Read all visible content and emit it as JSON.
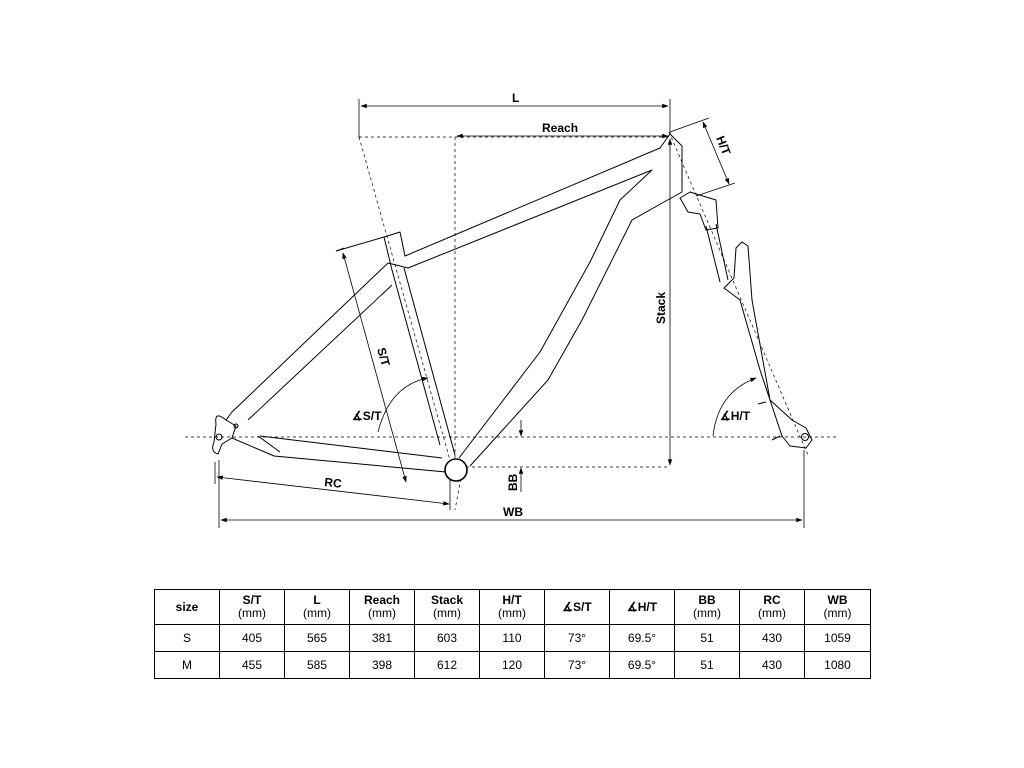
{
  "diagram": {
    "labels": {
      "l": "L",
      "reach": "Reach",
      "ht": "H/T",
      "stack": "Stack",
      "st": "S/T",
      "st_angle": "∡S/T",
      "ht_angle": "∡H/T",
      "rc": "RC",
      "bb": "BB",
      "wb": "WB"
    }
  },
  "table": {
    "headers": [
      {
        "name": "size",
        "unit": ""
      },
      {
        "name": "S/T",
        "unit": "(mm)"
      },
      {
        "name": "L",
        "unit": "(mm)"
      },
      {
        "name": "Reach",
        "unit": "(mm)"
      },
      {
        "name": "Stack",
        "unit": "(mm)"
      },
      {
        "name": "H/T",
        "unit": "(mm)"
      },
      {
        "name": "∡S/T",
        "unit": ""
      },
      {
        "name": "∡H/T",
        "unit": ""
      },
      {
        "name": "BB",
        "unit": "(mm)"
      },
      {
        "name": "RC",
        "unit": "(mm)"
      },
      {
        "name": "WB",
        "unit": "(mm)"
      }
    ],
    "rows": [
      [
        "S",
        "405",
        "565",
        "381",
        "603",
        "110",
        "73°",
        "69.5°",
        "51",
        "430",
        "1059"
      ],
      [
        "M",
        "455",
        "585",
        "398",
        "612",
        "120",
        "73°",
        "69.5°",
        "51",
        "430",
        "1080"
      ]
    ]
  }
}
